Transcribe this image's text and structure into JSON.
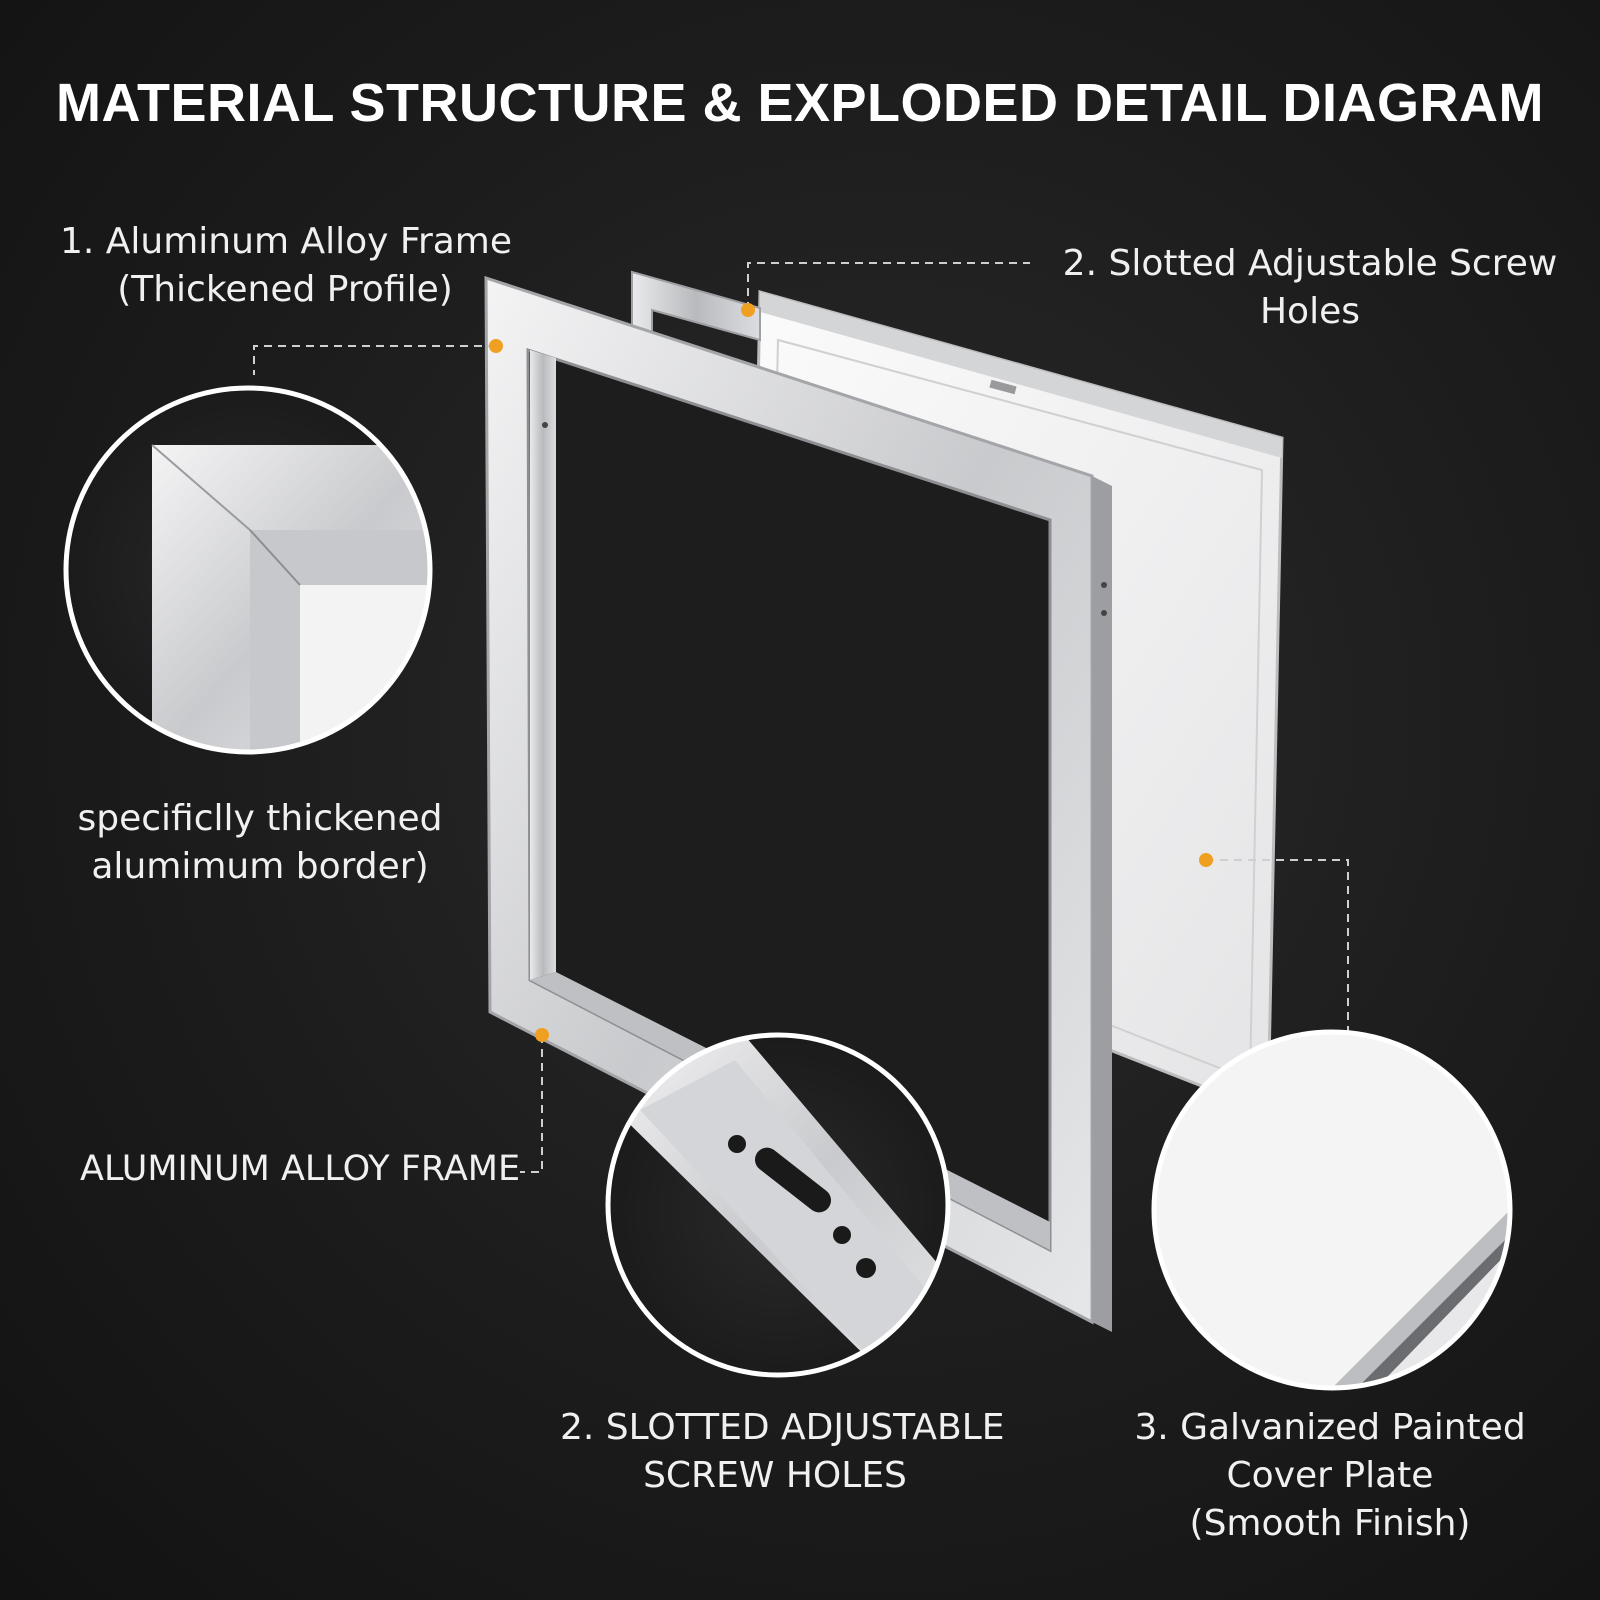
{
  "title": "MATERIAL STRUCTURE & EXPLODED DETAIL DIAGRAM",
  "callouts": {
    "frame_profile": {
      "line1": "1. Aluminum Alloy Frame",
      "line2": "(Thickened Profile)"
    },
    "screw_holes_top": {
      "line1": "2. Slotted Adjustable Screw",
      "line2": "Holes"
    },
    "frame_caption": {
      "line1": "specificlly thickened",
      "line2": "alumimum border)"
    },
    "frame_bottom": {
      "line1": "ALUMINUM ALLOY FRAME"
    },
    "screw_holes_bottom": {
      "line1": "2. SLOTTED ADJUSTABLE",
      "line2": "SCREW HOLES"
    },
    "cover_plate": {
      "line1": "3. Galvanized Painted",
      "line2": "Cover Plate",
      "line3": "(Smooth Finish)"
    }
  },
  "colors": {
    "background": "#1c1c1c",
    "accent_dot": "#f0a020",
    "leader_line": "#cfcfcf",
    "aluminum": "#d9dadc",
    "cover_plate": "#f2f2f2"
  },
  "icons": [
    "callout-dot-icon",
    "zoom-circle-icon"
  ]
}
